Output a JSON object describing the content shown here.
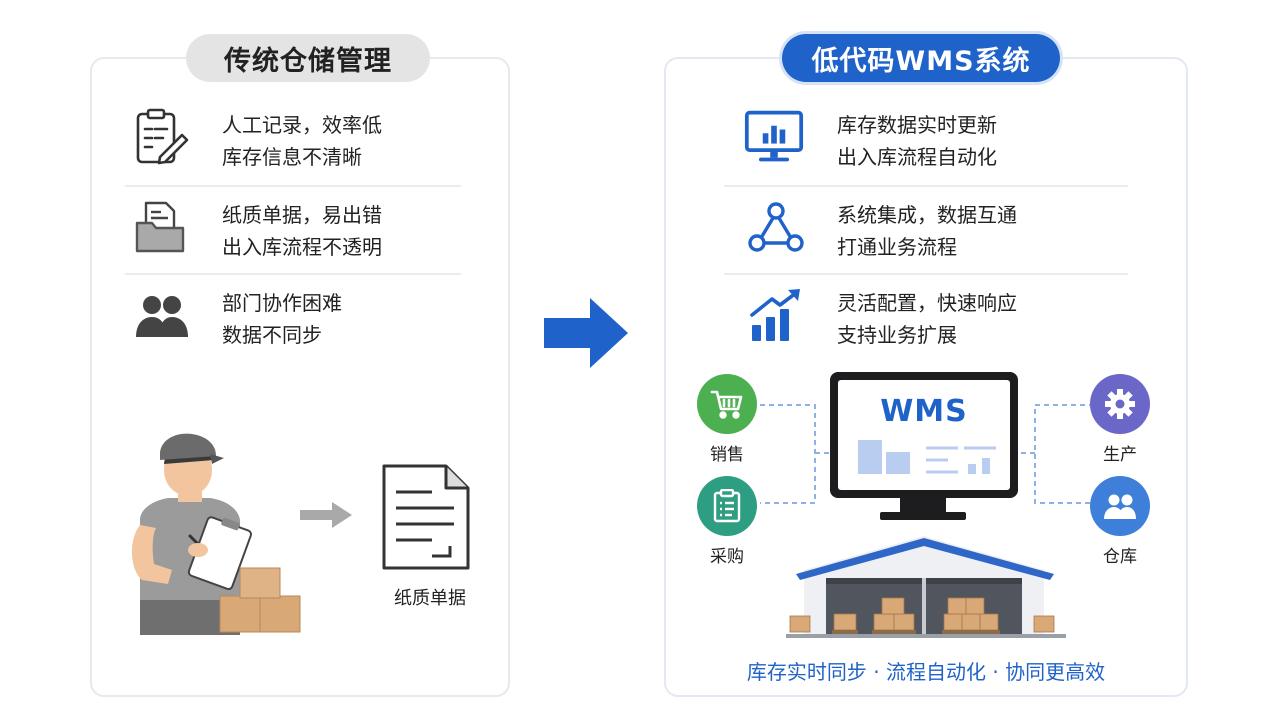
{
  "left": {
    "title": "传统仓储管理",
    "items": [
      {
        "icon": "clipboard-pencil-icon",
        "line1": "人工记录，效率低",
        "line2": "库存信息不清晰"
      },
      {
        "icon": "folder-document-icon",
        "line1": "纸质单据，易出错",
        "line2": "出入库流程不透明"
      },
      {
        "icon": "users-icon",
        "line1": "部门协作困难",
        "line2": "数据不同步"
      }
    ],
    "paper_label": "纸质单据"
  },
  "right": {
    "title": "低代码WMS系统",
    "items": [
      {
        "icon": "monitor-chart-icon",
        "line1": "库存数据实时更新",
        "line2": "出入库流程自动化"
      },
      {
        "icon": "network-nodes-icon",
        "line1": "系统集成，数据互通",
        "line2": "打通业务流程"
      },
      {
        "icon": "growth-chart-icon",
        "line1": "灵活配置，快速响应",
        "line2": "支持业务扩展"
      }
    ],
    "monitor_text": "WMS",
    "nodes": {
      "sales": "销售",
      "purchase": "采购",
      "production": "生产",
      "warehouse": "仓库"
    },
    "footer": "库存实时同步 · 流程自动化 · 协同更高效"
  },
  "colors": {
    "accent": "#1f62c9",
    "green": "#4caf50",
    "teal": "#2e9e83",
    "purple": "#6a67c9",
    "blue_circle": "#3d7fd9"
  }
}
